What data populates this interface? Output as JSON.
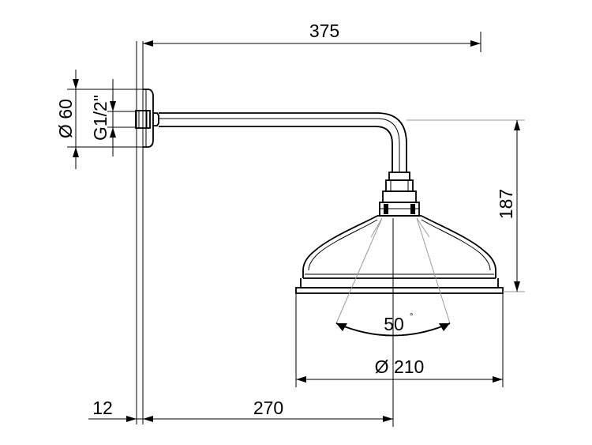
{
  "drawing": {
    "dimensions": {
      "total_width": "375",
      "flange_diameter": "Ø 60",
      "thread": "G1/2\"",
      "height": "187",
      "spray_angle": "50",
      "degree_symbol": "°",
      "head_diameter": "Ø 210",
      "wall_offset": "12",
      "arm_length": "270"
    }
  }
}
